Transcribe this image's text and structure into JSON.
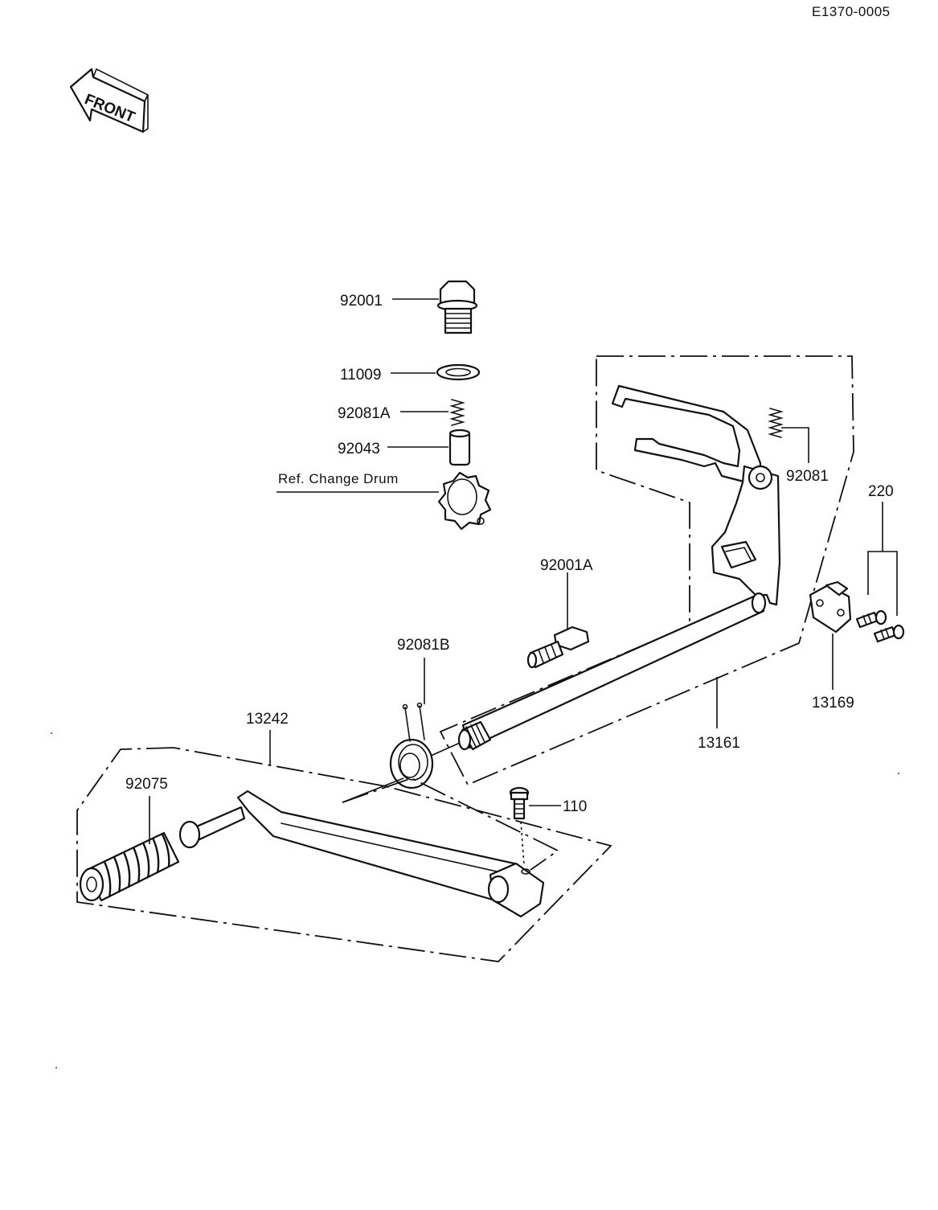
{
  "diagram": {
    "code": "E1370-0005",
    "front_arrow_text": "FRONT",
    "reference_note": "Ref. Change Drum",
    "callouts": {
      "p92001": "92001",
      "p11009": "11009",
      "p92081A": "92081A",
      "p92043": "92043",
      "p92081": "92081",
      "p220": "220",
      "p92001A": "92001A",
      "p92081B": "92081B",
      "p13242": "13242",
      "p92075": "92075",
      "p110": "110",
      "p13161": "13161",
      "p13169": "13169"
    }
  }
}
